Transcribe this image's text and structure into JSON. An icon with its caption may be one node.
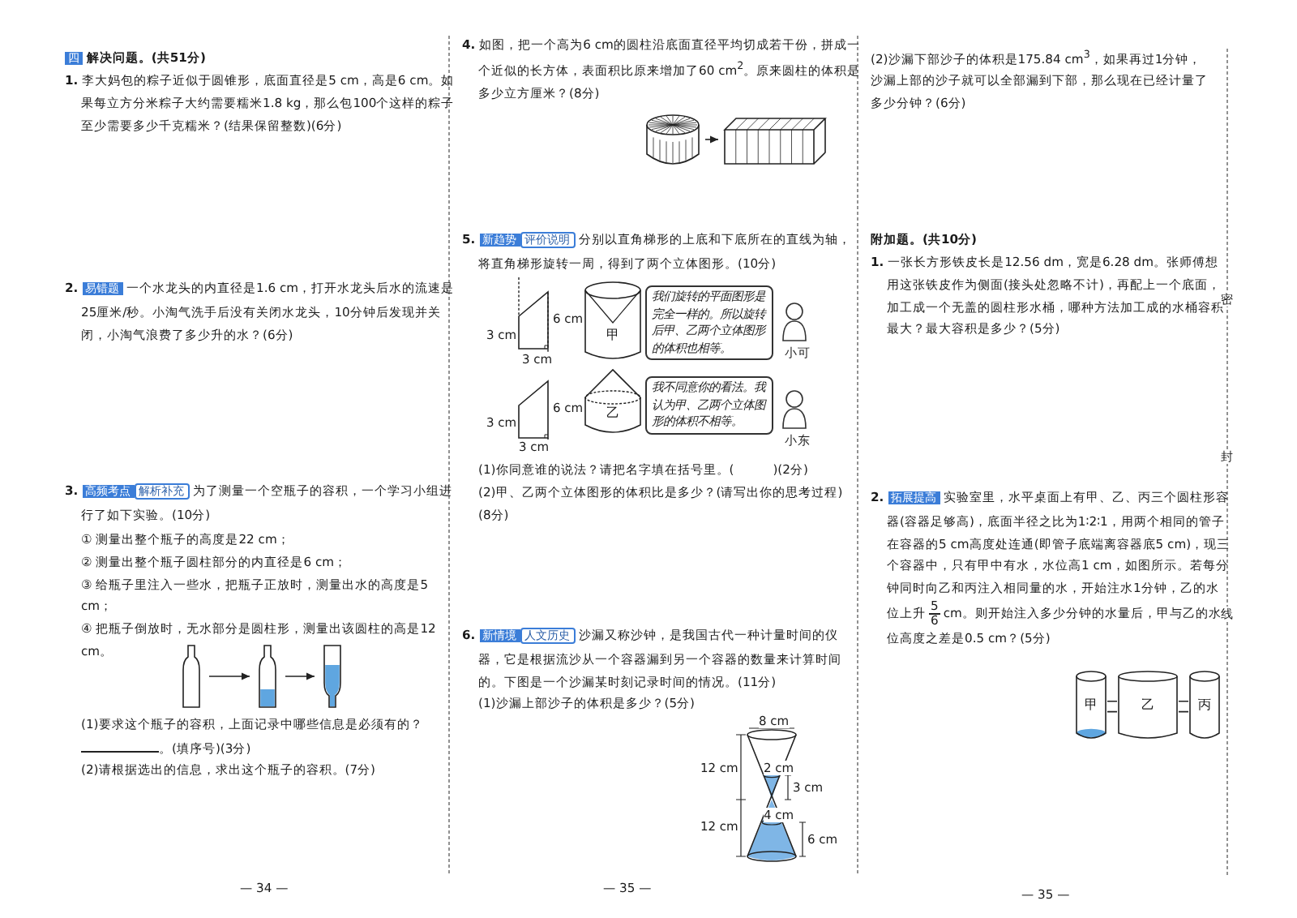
{
  "diagram": {
    "nodes": [
      {
        "text": [],
        "shape": "picture"
      },
      {
        "text": [],
        "shape": "picture"
      },
      {
        "text": [],
        "shape": "picture"
      },
      {
        "text": [],
        "shape": "cylinder"
      },
      {
        "text": [],
        "shape": "box"
      },
      {
        "text": [
          "甲"
        ]
      },
      {
        "text": [
          "我们旋转的平面图形是完全一样的。所以旋转后甲、乙两个立体图形的体积也相等。"
        ]
      },
      {
        "text": [
          "乙"
        ]
      },
      {
        "text": [
          "我不同意你的看法。我认为甲、乙两个立体图形的体积不相等。"
        ]
      },
      {
        "text": [
          "甲"
        ]
      },
      {
        "text": [
          "乙"
        ]
      },
      {
        "text": [
          "丙"
        ]
      }
    ],
    "edges": [
      {
        "from": 0,
        "to": 1,
        "arrow": "to"
      },
      {
        "from": 1,
        "to": 2,
        "arrow": "to"
      },
      {
        "from": 3,
        "to": 4,
        "arrow": "to"
      },
      {
        "from": 9,
        "to": 10,
        "arrow": "none"
      },
      {
        "from": 10,
        "to": 11,
        "arrow": "none"
      }
    ],
    "labels": [
      "四",
      "解决问题。(共51分)",
      "1.",
      "李大妈包的粽子近似于圆锥形，底面直径是5 cm，高是6 cm。如果每立方分米粽子大约需要糯米1.8 kg，那么包100个这样的粽子至少需要多少千克糯米？(结果保留整数)(6分)",
      "2.",
      "易错题",
      "一个水龙头的内直径是1.6 cm，打开水龙头后水的流速是25厘米/秒。小淘气洗手后没有关闭水龙头，10分钟后发现并关闭，小淘气浪费了多少升的水？(6分)",
      "3.",
      "高频考点",
      "解析补充",
      "为了测量一个空瓶子的容积，一个学习小组进行了如下实验。(10分)",
      "① 测量出整个瓶子的高度是22 cm；",
      "② 测量出整个瓶子圆柱部分的内直径是6 cm；",
      "③ 给瓶子里注入一些水，把瓶子正放时，测量出水的高度是5 cm；",
      "④ 把瓶子倒放时，无水部分是圆柱形，测量出该圆柱的高是12 cm。",
      "(1)要求这个瓶子的容积，上面记录中哪些信息是必须有的？",
      "。(填序号)(3分)",
      "(2)请根据选出的信息，求出这个瓶子的容积。(7分)",
      "— 34 —",
      "4.",
      "如图，把一个高为6 cm的圆柱沿底面直径平均切成若干份，拼成一个近似的长方体，表面积比原来增加了60 cm$^{2}$。原来圆柱的体积是多少立方厘米？(8分)",
      "5.",
      "新趋势",
      "评价说明",
      "分别以直角梯形的上底和下底所在的直线为轴，将直角梯形旋转一周，得到了两个立体图形。(10分)",
      "3 cm",
      "6 cm",
      "3 cm",
      "小可",
      "3 cm",
      "6 cm",
      "3 cm",
      "小东",
      "(1)你同意谁的说法？请把名字填在括号里。(　　　)(2分)",
      "(2)甲、乙两个立体图形的体积比是多少？(请写出你的思考过程)(8分)",
      "6.",
      "新情境",
      "人文历史",
      "沙漏又称沙钟，是我国古代一种计量时间的仪器，它是根据流沙从一个容器漏到另一个容器的数量来计算时间的。下图是一个沙漏某时刻记录时间的情况。(11分)",
      "(1)沙漏上部沙子的体积是多少？(5分)",
      "8 cm",
      "12 cm",
      "2 cm",
      "3 cm",
      "12 cm",
      "4 cm",
      "6 cm",
      "— 35 —",
      "(2)沙漏下部沙子的体积是175.84 cm$^{3}$，如果再过1分钟，沙漏上部的沙子就可以全部漏到下部，那么现在已经计量了多少分钟？(6分)",
      "附加题。(共10分)",
      "1.",
      "一张长方形铁皮长是12.56 dm，宽是6.28 dm。张师傅想用这张铁皮作为侧面(接头处忽略不计)，再配上一个底面，加工成一个无盖的圆柱形水桶，哪种方法加工成的水桶容积最大？最大容积是多少？(5分)",
      "2.",
      "拓展提高",
      "实验室里，水平桌面上有甲、乙、丙三个圆柱形容器(容器足够高)，底面半径之比为1∶2∶1，用两个相同的管子在容器的5 cm高度处连通(即管子底端离容器底5 cm)，现三个容器中，只有甲中有水，水位高1 cm，如图所示。若每分钟同时向乙和丙注入相同量的水，开始注水1分钟，乙的水位上升",
      "5",
      "6",
      "cm。则开始注入多少分钟的水量后，甲与乙的水位高度之差是0.5 cm？(5分)",
      "— 35 —",
      "密",
      "封",
      "线"
    ]
  }
}
